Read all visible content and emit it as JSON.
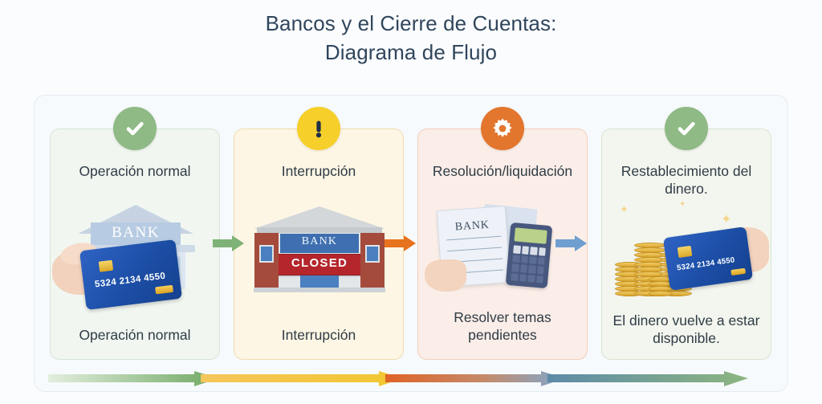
{
  "title": {
    "line1": "Bancos y el Cierre de Cuentas:",
    "line2": "Diagrama de Flujo",
    "color": "#30465c"
  },
  "colors": {
    "page_background": "#fbfcfe",
    "frame_background": "#f7fafc",
    "badge_green": "#8fb985",
    "badge_yellow": "#f6cf2b",
    "badge_orange": "#e3762d",
    "arrow_green": "#7fb277",
    "arrow_orange": "#e8731f",
    "arrow_blue": "#6f9fd0",
    "card_blue": "#1c4ea6",
    "closed_red": "#b4262c"
  },
  "steps": [
    {
      "badge_icon": "check-icon",
      "badge_color": "green",
      "heading": "Operación normal",
      "caption": "Operación normal",
      "art": {
        "type": "bank-building-with-card",
        "bank_label": "BANK",
        "card_number": "5324 2134 4550"
      }
    },
    {
      "badge_icon": "exclamation-icon",
      "badge_color": "yellow",
      "heading": "Interrupción",
      "caption": "Interrupción",
      "art": {
        "type": "bank-building-closed",
        "bank_label": "BANK",
        "closed_label": "CLOSED"
      }
    },
    {
      "badge_icon": "gear-icon",
      "badge_color": "orange",
      "heading": "Resolución/liquidación",
      "caption": "Resolver temas pendientes",
      "art": {
        "type": "document-with-calculator",
        "document_label": "BANK"
      }
    },
    {
      "badge_icon": "check-icon",
      "badge_color": "green",
      "heading": "Restablecimiento del dinero.",
      "caption": "El dinero vuelve a estar disponible.",
      "art": {
        "type": "coins-with-card",
        "card_number": "5324 2134 4550"
      }
    }
  ],
  "connectors": [
    {
      "name": "arrow-step1-to-step2",
      "color": "#7fb277"
    },
    {
      "name": "arrow-step2-to-step3",
      "color": "#e8731f"
    },
    {
      "name": "arrow-step3-to-step4",
      "color": "#6f9fd0"
    }
  ],
  "progress_arrows": [
    {
      "name": "progress-arrow-1",
      "from_color": "#cfe0c6",
      "to_color": "#6fa863"
    },
    {
      "name": "progress-arrow-2",
      "from_color": "#f4c14b",
      "to_color": "#f2c72f"
    },
    {
      "name": "progress-arrow-3",
      "from_color": "#e06326",
      "to_color": "#7fa8cf"
    },
    {
      "name": "progress-arrow-4",
      "from_color": "#5d8aa8",
      "to_color": "#8cb67f"
    }
  ]
}
